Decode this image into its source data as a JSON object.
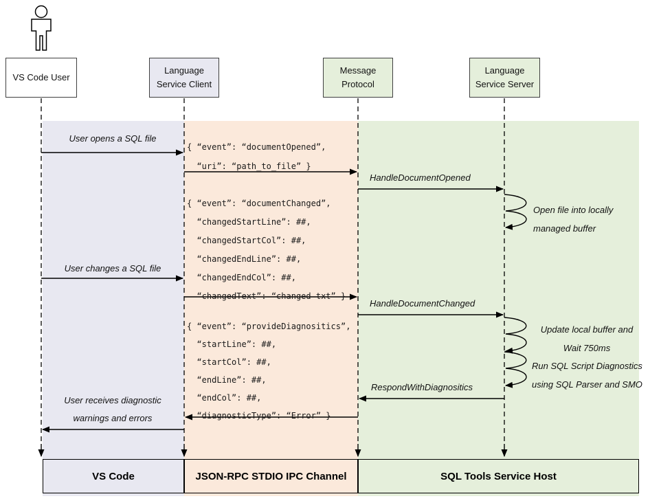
{
  "diagram": {
    "type": "sequence-diagram",
    "subject": "SQL Tools Language Service message flow"
  },
  "actors": {
    "user": {
      "label": "VS Code User"
    },
    "client": {
      "line1": "Language",
      "line2": "Service Client"
    },
    "protocol": {
      "line1": "Message",
      "line2": "Protocol"
    },
    "server": {
      "line1": "Language",
      "line2": "Service Server"
    }
  },
  "labels": {
    "user_opens": "User opens a SQL file",
    "user_changes": "User changes a SQL file",
    "user_receives_1": "User receives diagnostic",
    "user_receives_2": "warnings and errors",
    "handle_opened": "HandleDocumentOpened",
    "handle_changed": "HandleDocumentChanged",
    "respond_diag": "RespondWithDiagnositics",
    "note_open_1": "Open file into locally",
    "note_open_2": "managed buffer",
    "note_update_1": "Update local buffer and",
    "note_update_2": "Wait 750ms",
    "note_run_1": "Run SQL Script Diagnostics",
    "note_run_2": "using SQL Parser and SMO"
  },
  "json_messages": {
    "opened": [
      "{ “event”: “documentOpened”,",
      "  “uri”: “path_to_file” }"
    ],
    "changed": [
      "{ “event”: “documentChanged”,",
      "  “changedStartLine”: ##,",
      "  “changedStartCol”: ##,",
      "  “changedEndLine”: ##,",
      "  “changedEndCol”: ##,",
      "  “changedText”: “changed txt” }"
    ],
    "diagnostics": [
      "{ “event”: “provideDiagnositics”,",
      "  “startLine”: ##,",
      "  “startCol”: ##,",
      "  “endLine”: ##,",
      "  “endCol”: ##,",
      "  “diagnosticType”: “Error” }"
    ]
  },
  "footer": {
    "vscode": "VS Code",
    "channel": "JSON-RPC STDIO IPC Channel",
    "host": "SQL Tools Service Host"
  },
  "icons": {
    "actor": "person-icon"
  },
  "colors": {
    "lavender": "#e8e8f1",
    "peach": "#fbe9db",
    "green": "#e5efdb",
    "stroke": "#000000"
  }
}
